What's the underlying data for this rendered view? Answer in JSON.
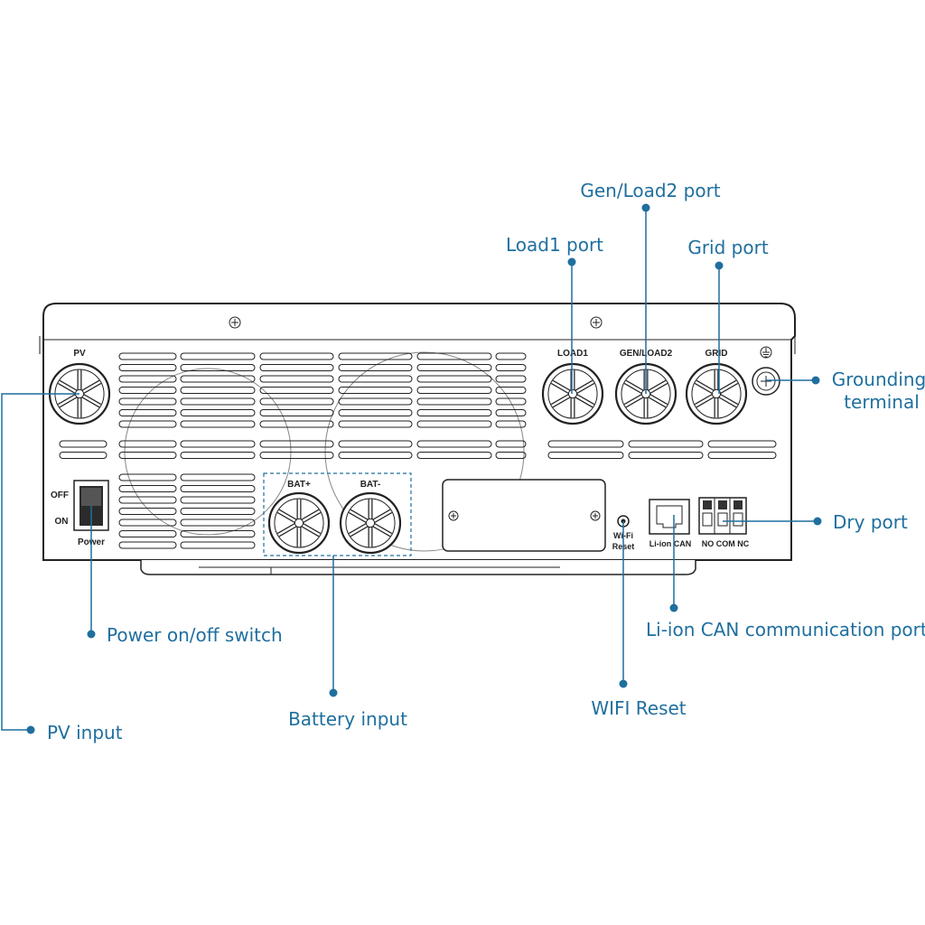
{
  "callouts": {
    "gen_load2_port": "Gen/Load2 port",
    "load1_port": "Load1 port",
    "grid_port": "Grid port",
    "grounding_terminal_line1": "Grounding",
    "grounding_terminal_line2": "terminal",
    "dry_port": "Dry port",
    "li_ion_can_port": "Li-ion CAN communication port",
    "wifi_reset": "WIFI Reset",
    "battery_input": "Battery input",
    "power_switch": "Power on/off switch",
    "pv_input": "PV input"
  },
  "panel_labels": {
    "pv": "PV",
    "load1": "LOAD1",
    "gen_load2": "GEN/LOAD2",
    "grid": "GRID",
    "bat_plus": "BAT+",
    "bat_minus": "BAT-",
    "off": "OFF",
    "on": "ON",
    "power": "Power",
    "wifi_line1": "Wi-Fi",
    "wifi_line2": "Reset",
    "li_ion_can": "Li-ion CAN",
    "no_com_nc": "NO COM NC"
  },
  "colors": {
    "callout": "#1f6f9e",
    "outline": "#222222",
    "background": "#ffffff"
  }
}
